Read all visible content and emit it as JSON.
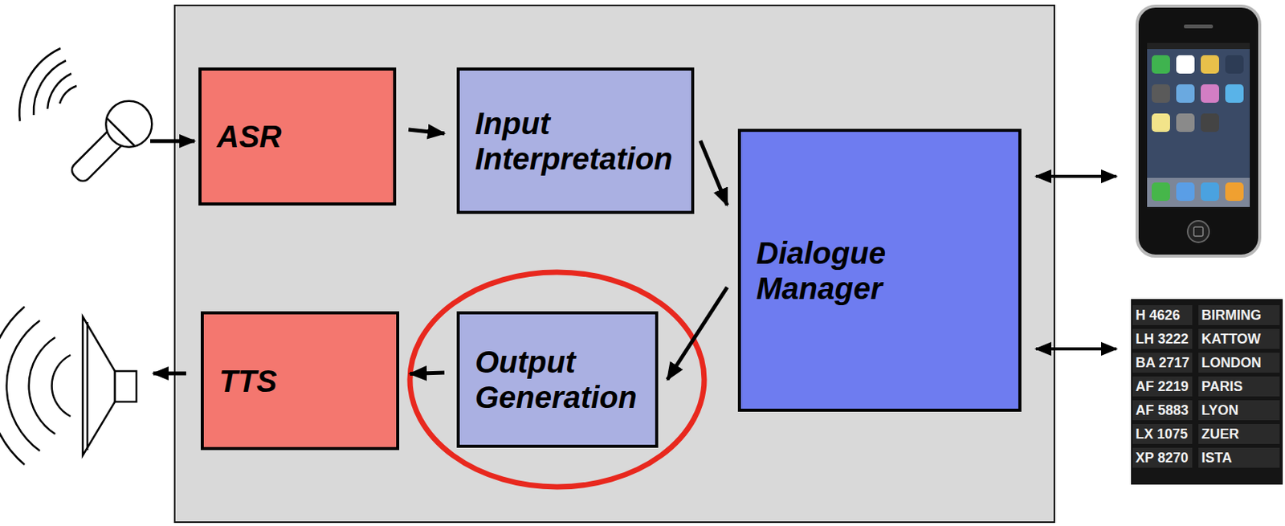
{
  "diagram": {
    "nodes": [
      {
        "text": [
          "ASR"
        ]
      },
      {
        "text": [
          "Input Interpretation"
        ]
      },
      {
        "text": [
          "Dialogue Manager"
        ]
      },
      {
        "text": [
          "TTS"
        ]
      },
      {
        "text": [
          "Output Generation"
        ]
      }
    ],
    "edges": [
      {
        "from": 0,
        "to": 1,
        "arrow": "to"
      },
      {
        "from": 1,
        "to": 2,
        "arrow": "to"
      },
      {
        "from": 2,
        "to": 4,
        "arrow": "to"
      },
      {
        "from": 4,
        "to": 3,
        "arrow": "to"
      }
    ],
    "labels": [
      "H 4626",
      "BIRMING",
      "LH 3222",
      "KATTOW",
      "BA 2717",
      "LONDON",
      "AF 2219",
      "PARIS",
      "AF 5883",
      "LYON",
      "LX 1075",
      "ZUER",
      "XP 8270",
      "ISTA"
    ]
  }
}
